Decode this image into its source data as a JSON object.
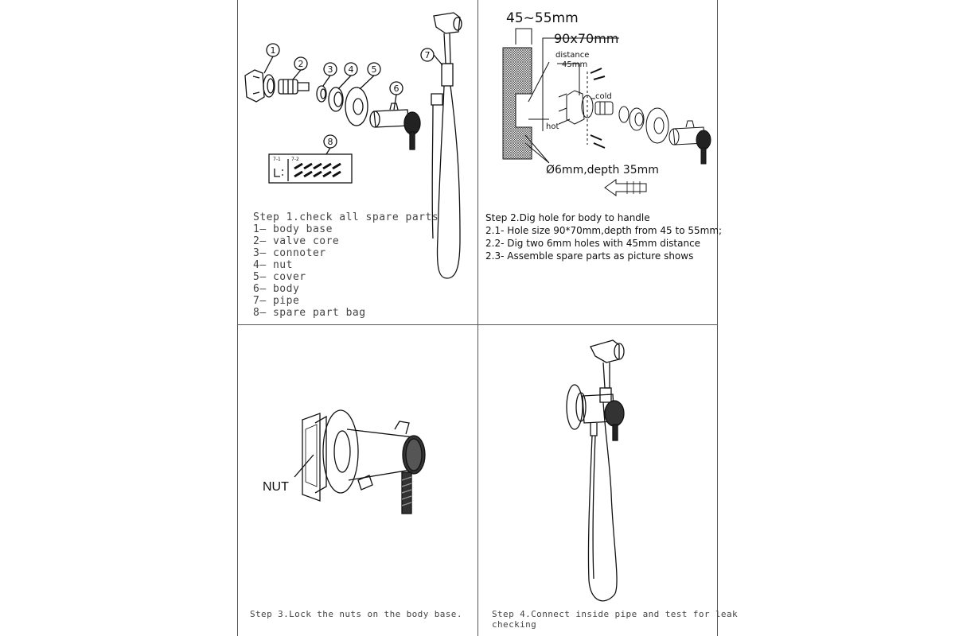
{
  "step1": {
    "title": "Step 1.check all spare parts",
    "parts": [
      "1— body base",
      "2— valve core",
      "3— connoter",
      "4— nut",
      "5— cover",
      "6— body",
      "7— pipe",
      "8— spare part bag"
    ],
    "callouts": [
      "1",
      "2",
      "3",
      "4",
      "5",
      "6",
      "7",
      "8"
    ],
    "bag_labels": [
      "7-1",
      "7-2"
    ]
  },
  "step2": {
    "title": "Step 2.Dig hole for body to handle",
    "lines": [
      "2.1- Hole size 90*70mm,depth from 45 to 55mm;",
      "2.2- Dig two 6mm holes with 45mm distance",
      "2.3- Assemble spare parts as picture shows"
    ],
    "dim_depth": "45~55mm",
    "dim_size": "90x70mm",
    "distance_label": "distance",
    "distance_value": "45mm",
    "cold_label": "cold",
    "hot_label": "hot",
    "hole_label": "Ø6mm,depth 35mm"
  },
  "step3": {
    "caption": "Step 3.Lock the nuts on the body base.",
    "nut_label": "NUT"
  },
  "step4": {
    "caption_line1": "Step 4.Connect inside pipe and test for leak",
    "caption_line2": "checking"
  }
}
